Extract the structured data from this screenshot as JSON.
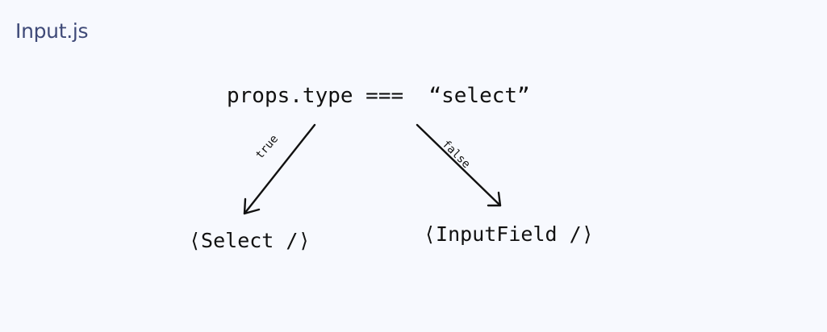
{
  "title": "Input.js",
  "condition": "props.type ===  “select”",
  "branches": {
    "true_label": "true",
    "false_label": "false"
  },
  "nodes": {
    "true_target": "⟨Select /⟩",
    "false_target": "⟨InputField /⟩"
  },
  "colors": {
    "background": "#f7f9fe",
    "title": "#3f4a78",
    "ink": "#111111"
  }
}
